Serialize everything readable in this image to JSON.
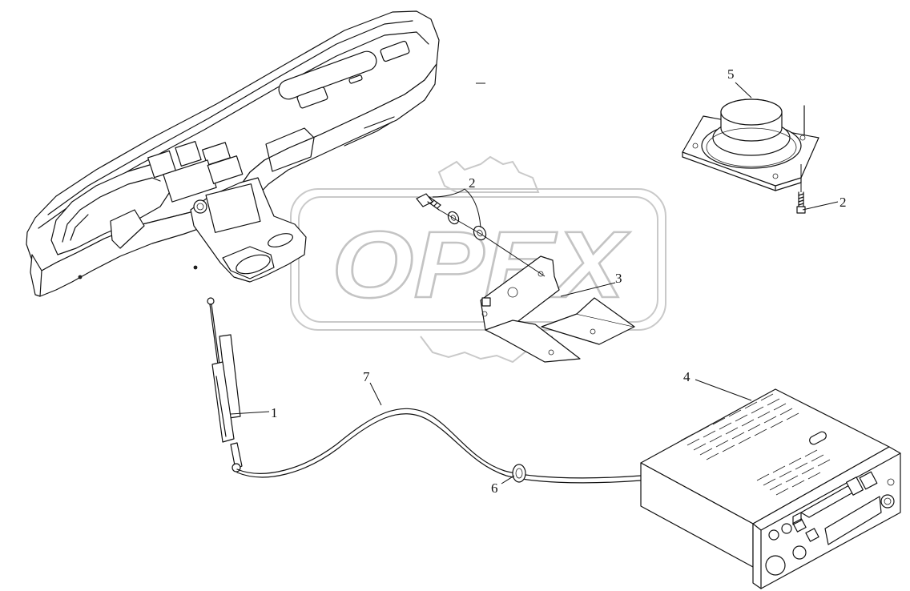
{
  "watermark": {
    "brand": "OPEX"
  },
  "callouts": [
    {
      "id": "1",
      "label": "1"
    },
    {
      "id": "2a",
      "label": "2"
    },
    {
      "id": "2b",
      "label": "2"
    },
    {
      "id": "3",
      "label": "3"
    },
    {
      "id": "4",
      "label": "4"
    },
    {
      "id": "5",
      "label": "5"
    },
    {
      "id": "6",
      "label": "6"
    },
    {
      "id": "7",
      "label": "7"
    }
  ]
}
